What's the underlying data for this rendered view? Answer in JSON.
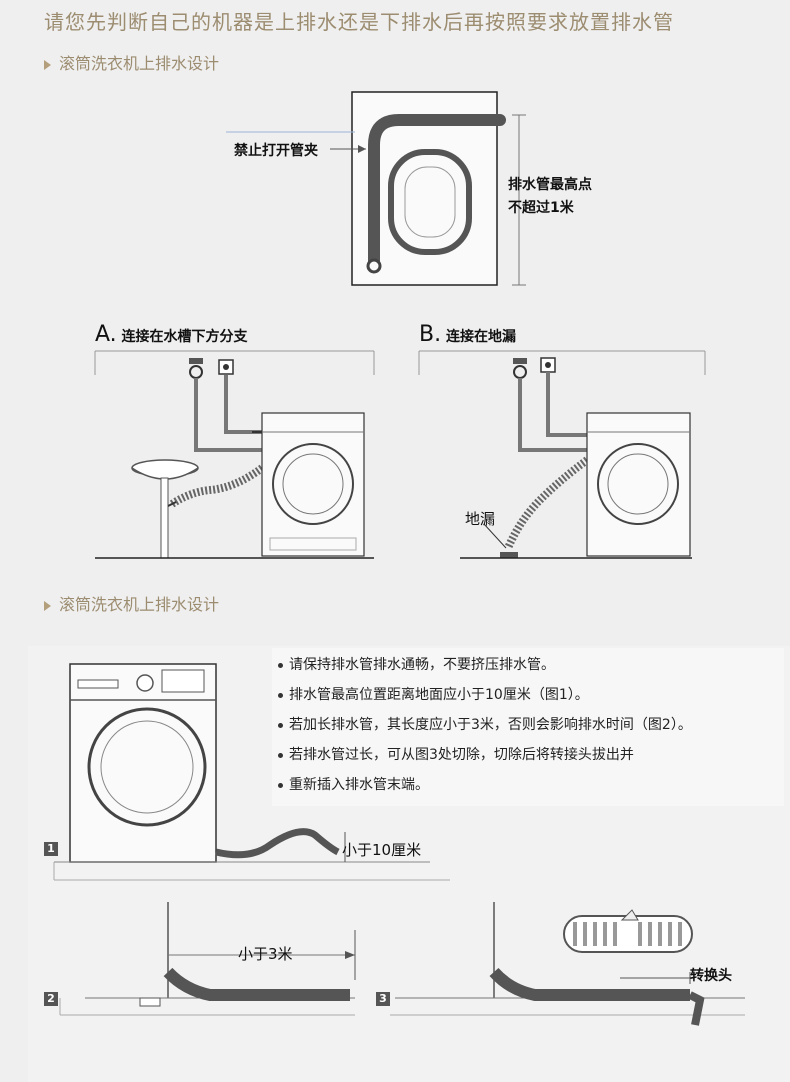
{
  "title": "请您先判断自己的机器是上排水还是下排水后再按照要求放置排水管",
  "section1": {
    "heading": "滚筒洗衣机上排水设计"
  },
  "top_figure": {
    "clamp_label": "禁止打开管夹",
    "height_label_line1": "排水管最高点",
    "height_label_line2": "不超过1米"
  },
  "option_a": {
    "letter": "A.",
    "text": "连接在水槽下方分支"
  },
  "option_b": {
    "letter": "B.",
    "text": "连接在地漏",
    "drain_label": "地漏"
  },
  "section2": {
    "heading": "滚筒洗衣机上排水设计"
  },
  "bullets": [
    "请保持排水管排水通畅，不要挤压排水管。",
    "排水管最高位置距离地面应小于10厘米（图1）。",
    "若加长排水管，其长度应小于3米，否则会影响排水时间（图2）。",
    "若排水管过长，可从图3处切除，切除后将转接头拔出并",
    "重新插入排水管末端。"
  ],
  "fig1": {
    "num": "1",
    "label": "小于10厘米"
  },
  "fig2": {
    "num": "2",
    "label": "小于3米"
  },
  "fig3": {
    "num": "3",
    "label": "转换头"
  }
}
